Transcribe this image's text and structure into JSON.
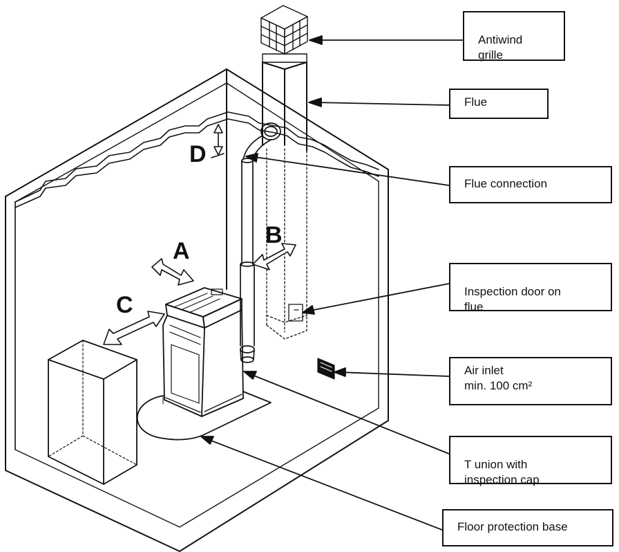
{
  "labels": {
    "antiwind_grille": "Antiwind\ngrille",
    "flue": "Flue",
    "flue_connection": "Flue connection",
    "inspection_door": "Inspection door on\nflue",
    "air_inlet_line1": "Air inlet",
    "air_inlet_line2": "min. 100 cm²",
    "t_union": "T union with\ninspection cap",
    "floor_protection_base": "Floor protection base"
  },
  "clearances": {
    "a": "A",
    "b": "B",
    "c": "C",
    "d": "D"
  }
}
